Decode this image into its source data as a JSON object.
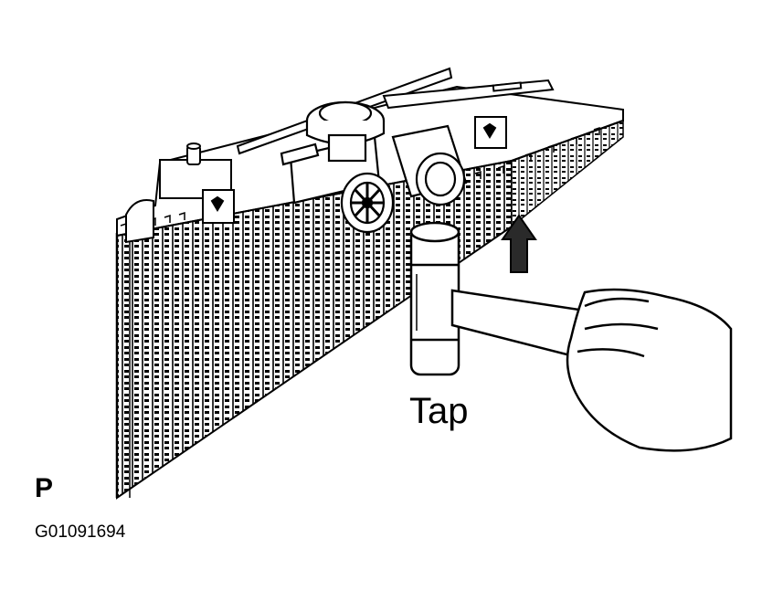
{
  "figure": {
    "callout": "Tap",
    "corner_mark": "P",
    "figure_code": "G01091694"
  },
  "colors": {
    "ink": "#000000",
    "paper": "#ffffff",
    "arrow_fill": "#2a2a2a"
  }
}
